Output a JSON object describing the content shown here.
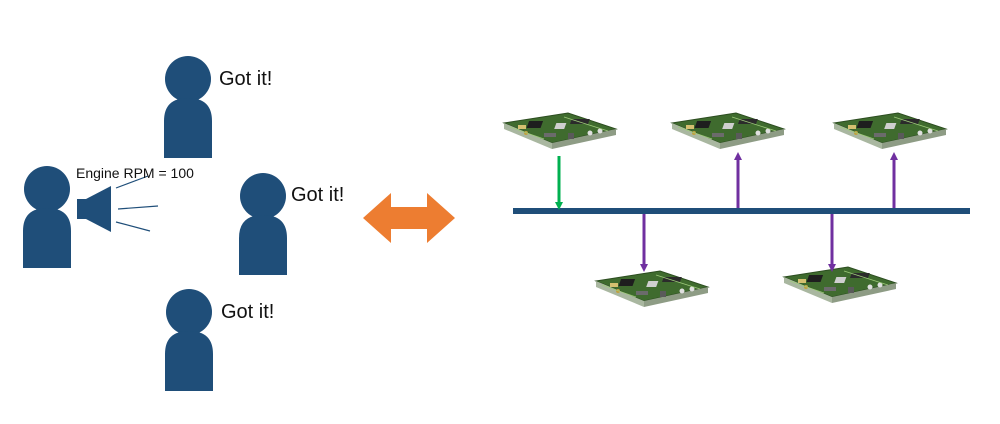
{
  "speaker": {
    "message": "Engine RPM = 100"
  },
  "listeners": [
    {
      "reply": "Got it!"
    },
    {
      "reply": "Got it!"
    },
    {
      "reply": "Got it!"
    }
  ],
  "colors": {
    "person": "#1F4E79",
    "bus": "#1F4E79",
    "equivalence_arrow": "#ED7D31",
    "transmit_arrow": "#00B050",
    "receive_arrow": "#7030A0",
    "board_pcb": "#4E7A3A"
  },
  "icons": {
    "person": "person-icon",
    "megaphone": "megaphone-icon",
    "board": "circuit-board-icon"
  },
  "bus_nodes": {
    "transmitting": 1,
    "receiving": 4
  }
}
